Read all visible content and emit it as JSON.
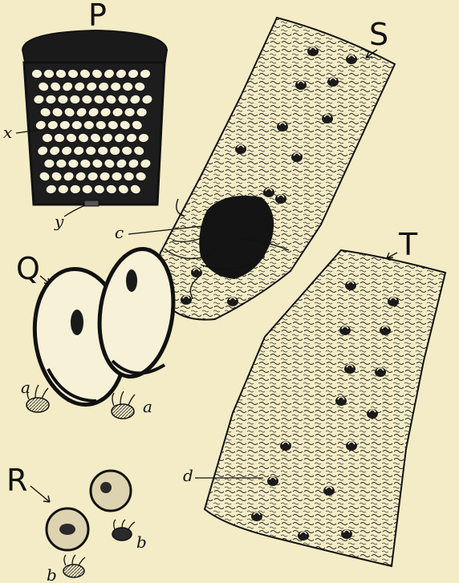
{
  "figures": {
    "P": {
      "label": "P",
      "callouts": {
        "x": "x",
        "y": "y"
      }
    },
    "Q": {
      "label": "Q",
      "callouts": {
        "a_left": "a",
        "a_right": "a"
      }
    },
    "R": {
      "label": "R",
      "callouts": {
        "b_left": "b",
        "b_right": "b"
      }
    },
    "S": {
      "label": "S",
      "callouts": {
        "c": "c"
      }
    },
    "T": {
      "label": "T",
      "callouts": {
        "d": "d"
      }
    }
  },
  "colors": {
    "paper": "#f4ecc6",
    "ink": "#111111",
    "seed": "#f7f1d8"
  }
}
